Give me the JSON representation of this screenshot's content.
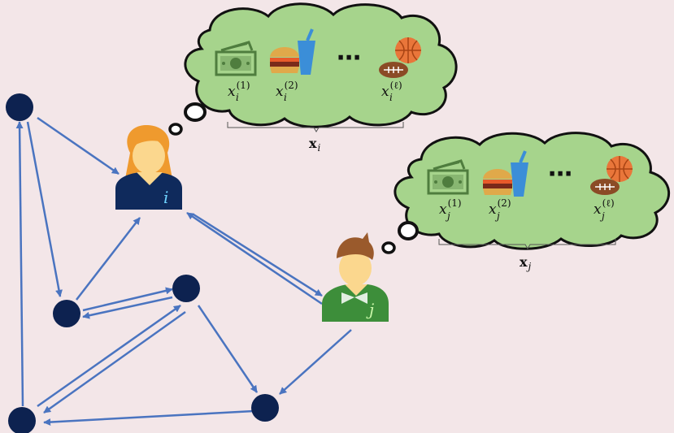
{
  "colors": {
    "background": "#f3e6e8",
    "node": "#0d2250",
    "arrow": "#4a74c0",
    "cloud_fill": "#a6d48c",
    "woman_hair": "#ef9a2e",
    "man_shirt": "#3d8e3a",
    "man_hair": "#9a5a2c",
    "skin": "#fbd78e",
    "woman_shirt": "#0f2a5c",
    "money": "#4f7d3e",
    "cup": "#3b8ed8",
    "basketball": "#e9763a",
    "football": "#8b4b26"
  },
  "user_i": {
    "label": "i",
    "vector_label": "x",
    "vector_sub": "i",
    "items": [
      {
        "icon": "money-icon",
        "base": "x",
        "sub": "i",
        "sup": "(1)"
      },
      {
        "icon": "burger-drink-icon",
        "base": "x",
        "sub": "i",
        "sup": "(2)"
      },
      {
        "icon": "ellipsis-icon",
        "text": "⋯"
      },
      {
        "icon": "ball-icon",
        "base": "x",
        "sub": "i",
        "sup": "(ℓ)"
      }
    ]
  },
  "user_j": {
    "label": "j",
    "vector_label": "x",
    "vector_sub": "j",
    "items": [
      {
        "icon": "money-icon",
        "base": "x",
        "sub": "j",
        "sup": "(1)"
      },
      {
        "icon": "burger-drink-icon",
        "base": "x",
        "sub": "j",
        "sup": "(2)"
      },
      {
        "icon": "ellipsis-icon",
        "text": "⋯"
      },
      {
        "icon": "ball-icon",
        "base": "x",
        "sub": "j",
        "sup": "(ℓ)"
      }
    ]
  }
}
